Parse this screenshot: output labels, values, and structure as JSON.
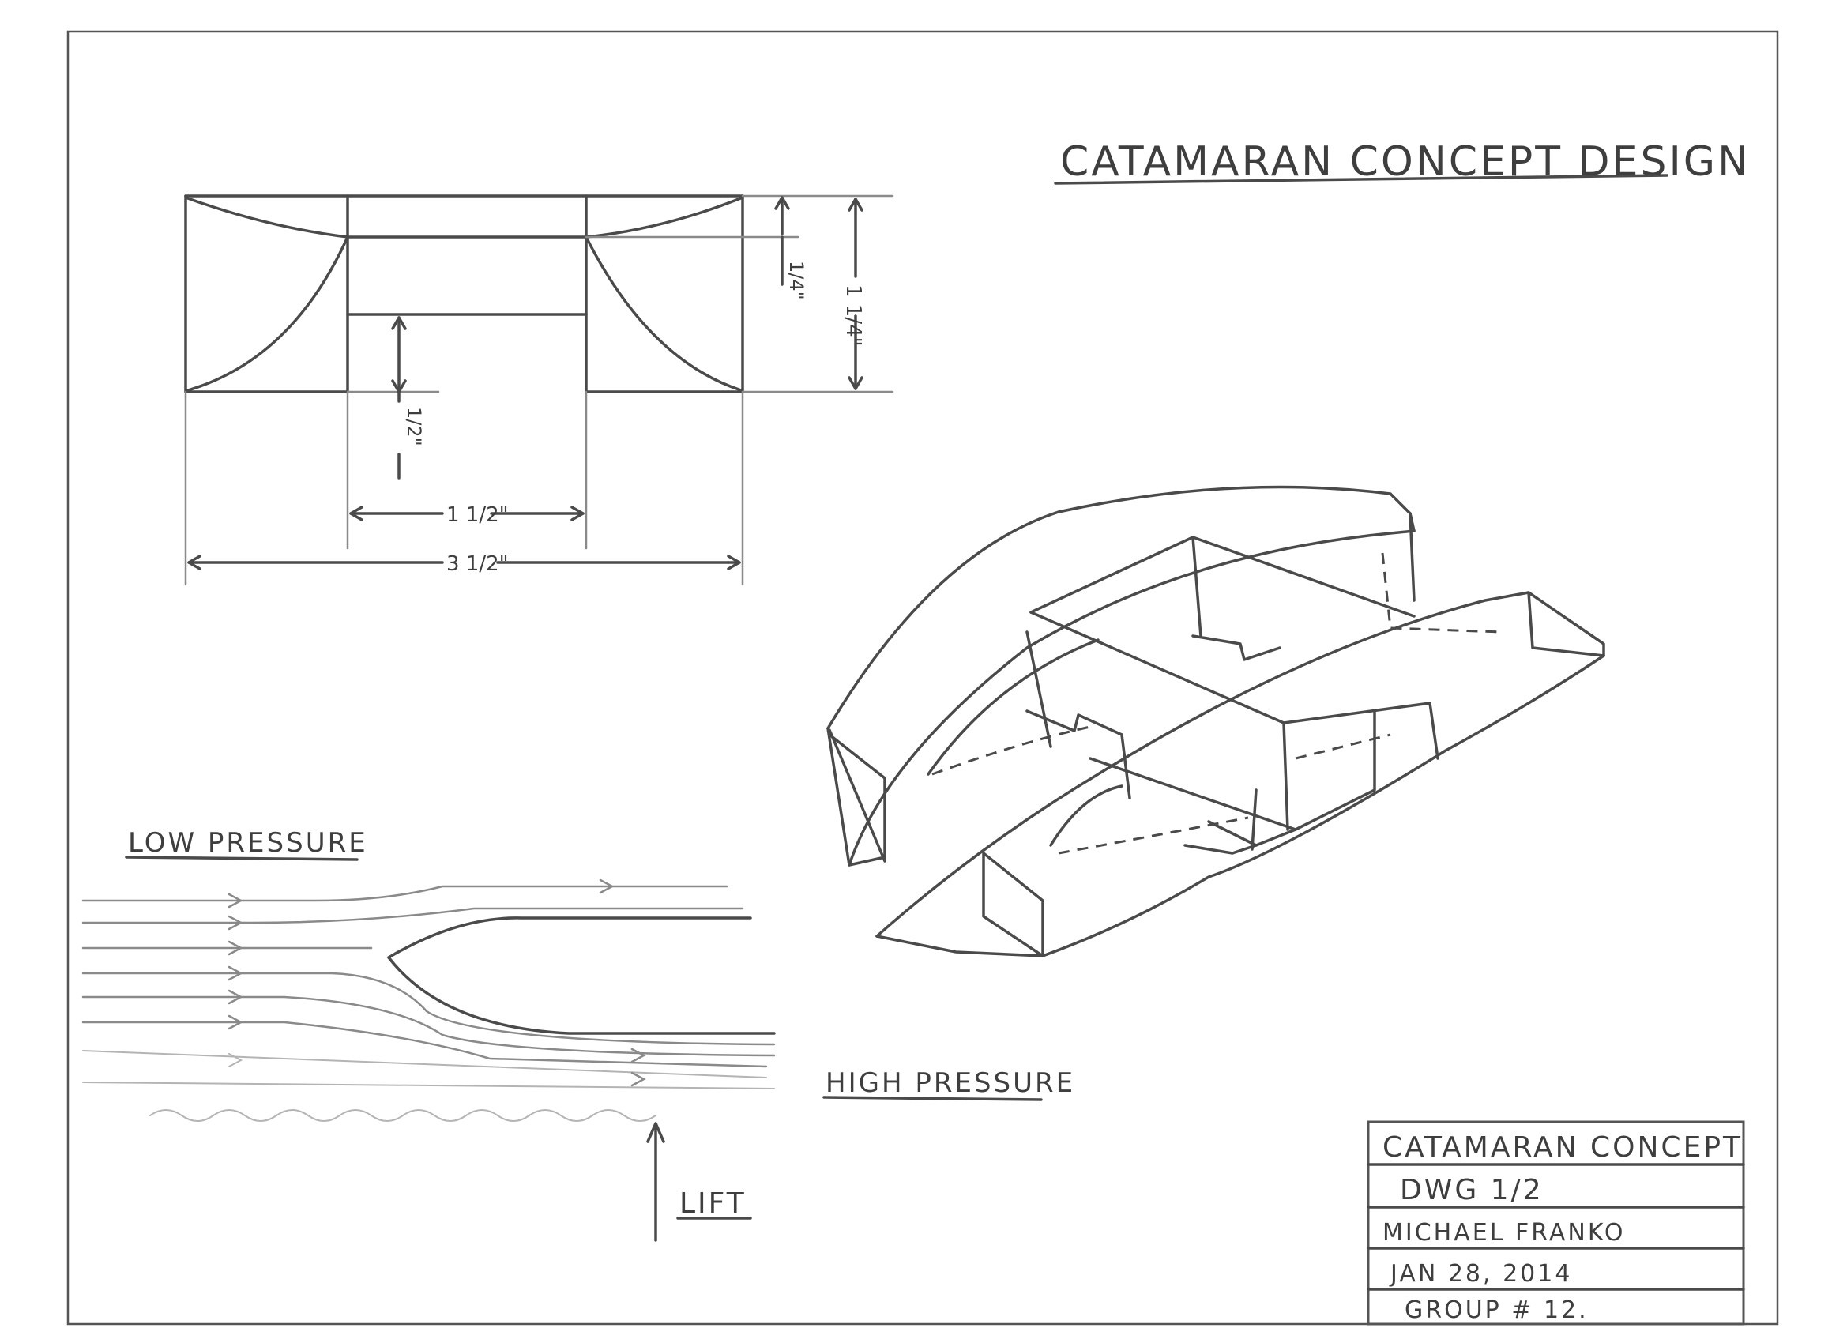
{
  "title": "CATAMARAN CONCEPT DESIGN",
  "dimensions": {
    "top_depth": "1/4\"",
    "overall_height": "1 1/4\"",
    "tunnel_depth": "1/2\"",
    "tunnel_width": "1 1/2\"",
    "overall_width": "3 1/2\""
  },
  "flow_diagram": {
    "low_pressure": "LOW PRESSURE",
    "high_pressure": "HIGH PRESSURE",
    "lift": "LIFT"
  },
  "title_block": {
    "name": "CATAMARAN CONCEPT",
    "drawing": "DWG 1/2",
    "author": "MICHAEL FRANKO",
    "date": "JAN 28, 2014",
    "group": "GROUP # 12."
  },
  "colors": {
    "ink": "#4a4a4a",
    "paper": "#ffffff"
  }
}
